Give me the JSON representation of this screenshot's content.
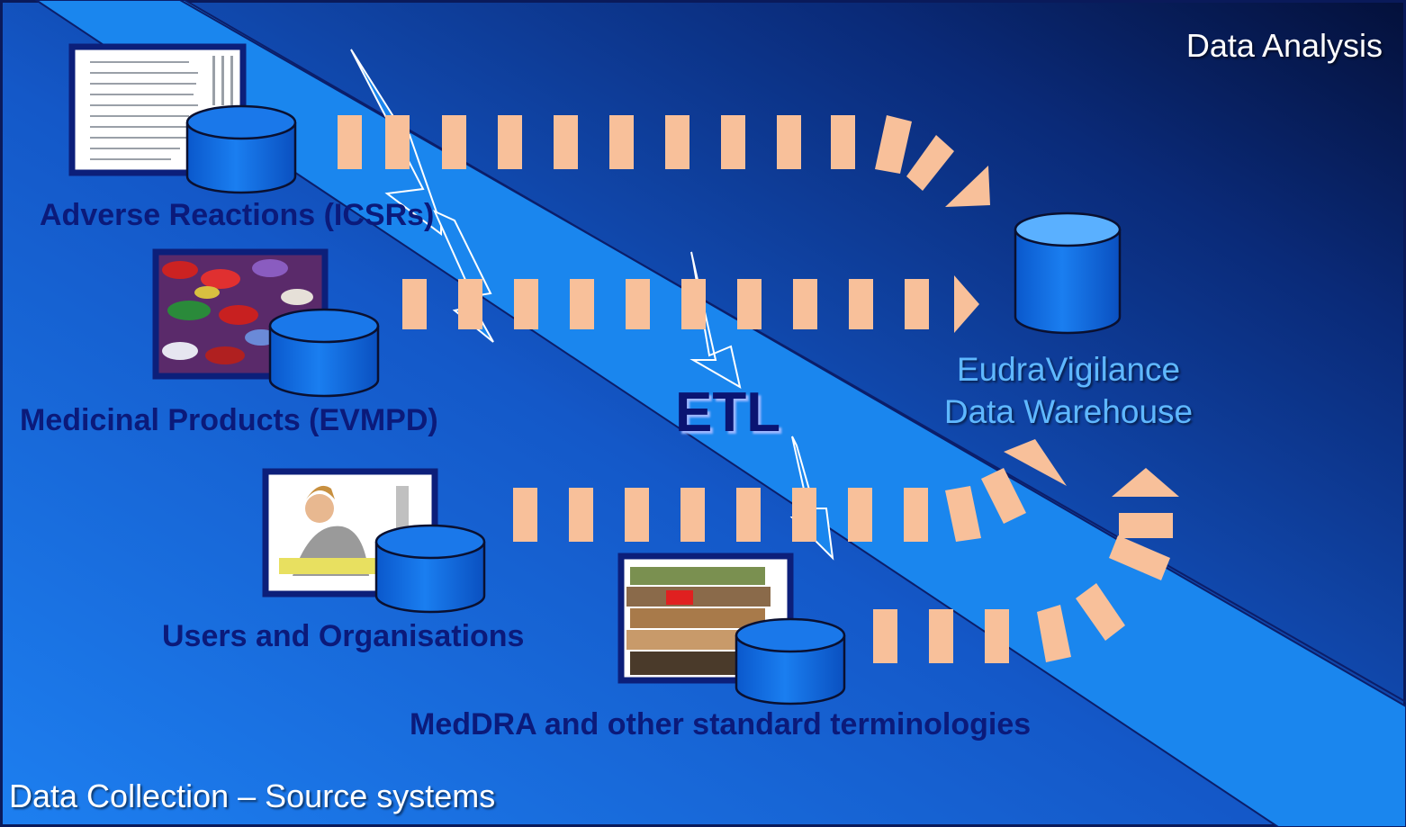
{
  "labels": {
    "data_analysis": "Data Analysis",
    "data_collection": "Data Collection – Source systems",
    "warehouse_line1": "EudraVigilance",
    "warehouse_line2": "Data Warehouse",
    "etl": "ETL"
  },
  "sources": [
    {
      "label": "Adverse Reactions (ICSRs)",
      "picture": "document-pages"
    },
    {
      "label": "Medicinal Products (EVMPD)",
      "picture": "pills"
    },
    {
      "label": "Users and Organisations",
      "picture": "person-at-desk"
    },
    {
      "label": "MedDRA and other standard terminologies",
      "picture": "stacked-books"
    }
  ],
  "colors": {
    "background_light": "#1e78e8",
    "background_dark": "#071040",
    "band": "#1a86ee",
    "arrow_block": "#f8c09a",
    "database": "#0a60d6",
    "label_text": "#0b1a7a",
    "warehouse_text": "#5fb8ff"
  },
  "icons": [
    "database-icon",
    "document-icon",
    "pills-icon",
    "person-icon",
    "books-icon",
    "lightning-bolt-icon",
    "dashed-arrow-icon"
  ]
}
